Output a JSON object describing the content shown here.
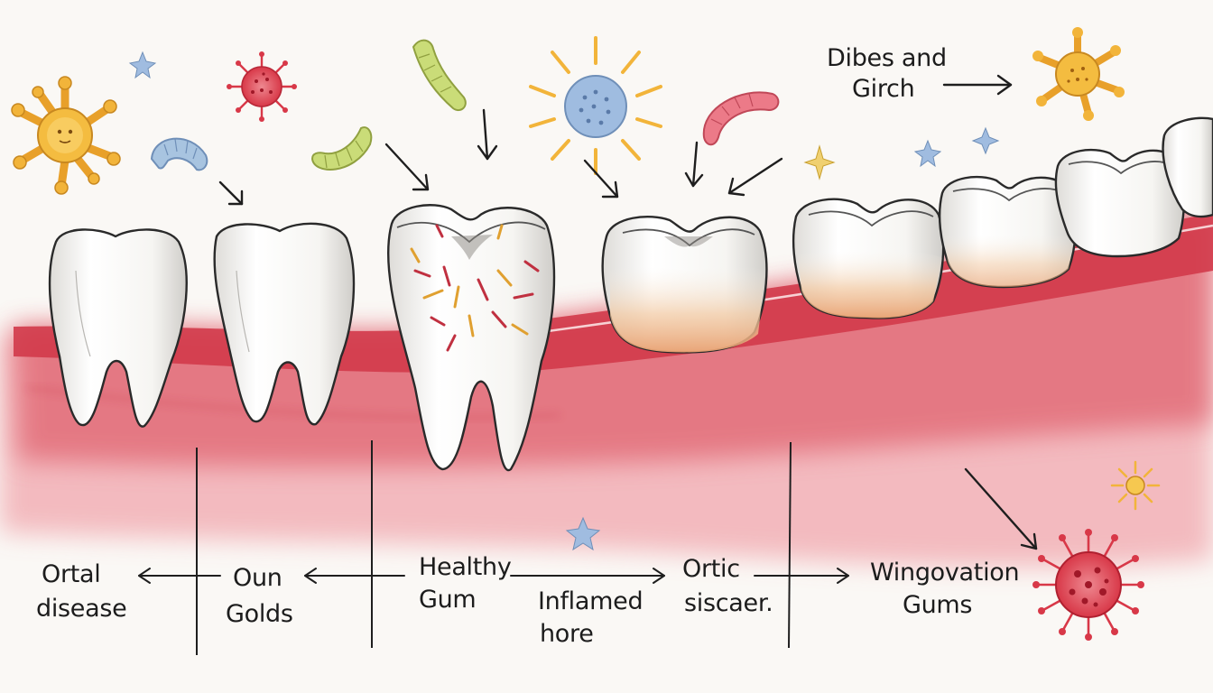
{
  "labels": {
    "top_right": [
      "Dibes and",
      "Girch"
    ],
    "oral_disease": [
      "Ortal",
      "disease"
    ],
    "oun_golds": [
      "Oun",
      "Golds"
    ],
    "healthy_gum": [
      "Healthy",
      "Gum"
    ],
    "inflamed_hore": [
      "Inflamed",
      "hore"
    ],
    "ortic_siscaer": [
      "Ortic",
      "siscaer."
    ],
    "wingovation_gums": [
      "Wingovation",
      "Gums"
    ]
  },
  "colors": {
    "gum": "#d8404e",
    "gum_light": "#f0a0a8",
    "tooth": "#f7f6f3",
    "outline": "#2a2a2a",
    "stain": "#e8a070",
    "microbe_orange": "#f2b43a",
    "microbe_red": "#d83848",
    "microbe_blue": "#8fb0d8",
    "worm_green": "#c8d870",
    "worm_blue": "#a8c4e0",
    "worm_pink": "#e87080",
    "star_blue": "#a0bce0",
    "star_yellow": "#f0d070"
  },
  "icons": [
    "orange-microbe-icon",
    "red-virus-icon",
    "blue-spore-icon",
    "green-worm-icon",
    "blue-worm-icon",
    "pink-worm-icon",
    "sparkle-star-icon"
  ]
}
